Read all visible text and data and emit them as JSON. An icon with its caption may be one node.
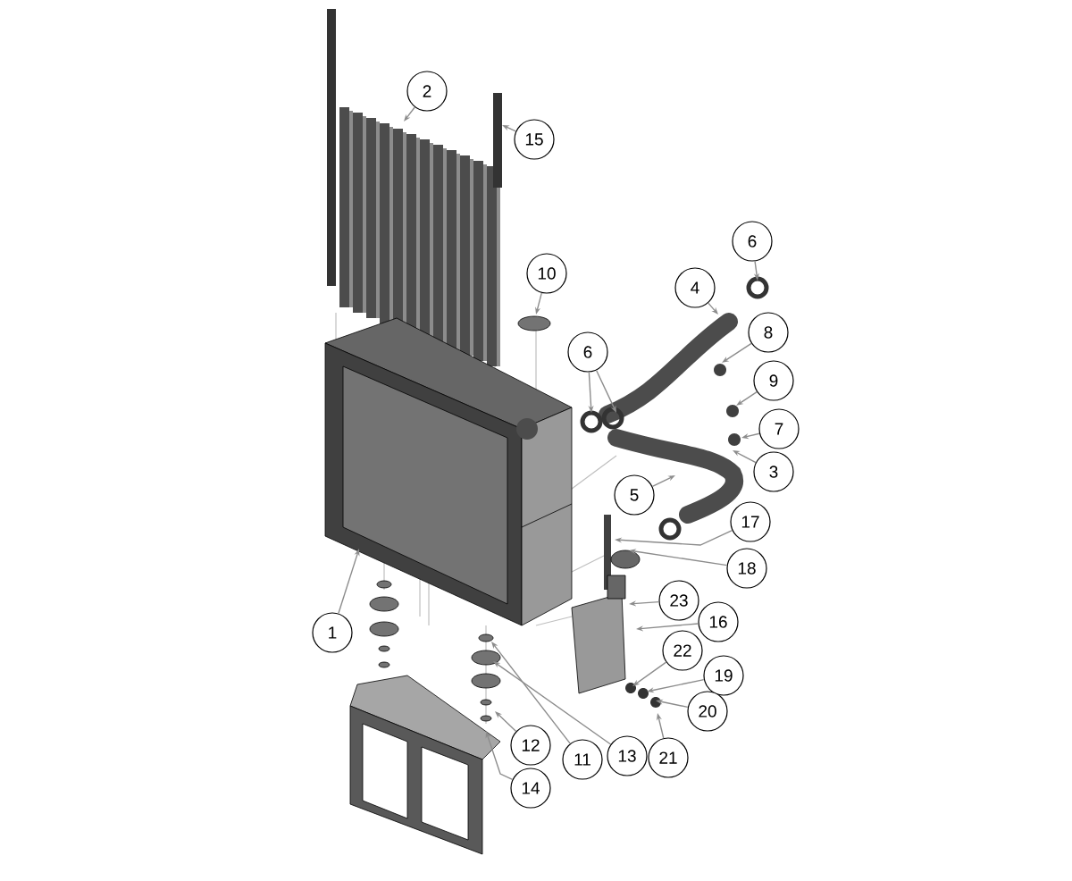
{
  "diagram": {
    "nodes": [
      {
        "text": [
          "2"
        ]
      },
      {
        "text": [
          "15"
        ]
      },
      {
        "text": [
          "6"
        ]
      },
      {
        "text": [
          "10"
        ]
      },
      {
        "text": [
          "4"
        ]
      },
      {
        "text": [
          "8"
        ]
      },
      {
        "text": [
          "6"
        ]
      },
      {
        "text": [
          "9"
        ]
      },
      {
        "text": [
          "7"
        ]
      },
      {
        "text": [
          "3"
        ]
      },
      {
        "text": [
          "5"
        ]
      },
      {
        "text": [
          "17"
        ]
      },
      {
        "text": [
          "18"
        ]
      },
      {
        "text": [
          "23"
        ]
      },
      {
        "text": [
          "16"
        ]
      },
      {
        "text": [
          "1"
        ]
      },
      {
        "text": [
          "22"
        ]
      },
      {
        "text": [
          "19"
        ]
      },
      {
        "text": [
          "20"
        ]
      },
      {
        "text": [
          "12"
        ]
      },
      {
        "text": [
          "11"
        ]
      },
      {
        "text": [
          "13"
        ]
      },
      {
        "text": [
          "21"
        ]
      },
      {
        "text": [
          "14"
        ]
      }
    ],
    "edges": [
      {
        "from": 0,
        "to": null,
        "arrow": "to"
      },
      {
        "from": 1,
        "to": null,
        "arrow": "to"
      },
      {
        "from": 2,
        "to": null,
        "arrow": "to"
      },
      {
        "from": 3,
        "to": null,
        "arrow": "to"
      },
      {
        "from": 4,
        "to": null,
        "arrow": "to"
      },
      {
        "from": 5,
        "to": null,
        "arrow": "to"
      },
      {
        "from": 6,
        "to": null,
        "arrow": "to"
      },
      {
        "from": 6,
        "to": null,
        "arrow": "to"
      },
      {
        "from": 7,
        "to": null,
        "arrow": "to"
      },
      {
        "from": 8,
        "to": null,
        "arrow": "to"
      },
      {
        "from": 9,
        "to": null,
        "arrow": "to"
      },
      {
        "from": 10,
        "to": null,
        "arrow": "to"
      },
      {
        "from": 11,
        "to": null,
        "arrow": "to"
      },
      {
        "from": 12,
        "to": null,
        "arrow": "to"
      },
      {
        "from": 13,
        "to": null,
        "arrow": "to"
      },
      {
        "from": 14,
        "to": null,
        "arrow": "to"
      },
      {
        "from": 15,
        "to": null,
        "arrow": "to"
      },
      {
        "from": 16,
        "to": null,
        "arrow": "to"
      },
      {
        "from": 17,
        "to": null,
        "arrow": "to"
      },
      {
        "from": 18,
        "to": null,
        "arrow": "to"
      },
      {
        "from": 19,
        "to": null,
        "arrow": "to"
      },
      {
        "from": 20,
        "to": null,
        "arrow": "to"
      },
      {
        "from": 21,
        "to": null,
        "arrow": "to"
      },
      {
        "from": 22,
        "to": null,
        "arrow": "to"
      },
      {
        "from": 23,
        "to": null,
        "arrow": "to"
      }
    ]
  }
}
